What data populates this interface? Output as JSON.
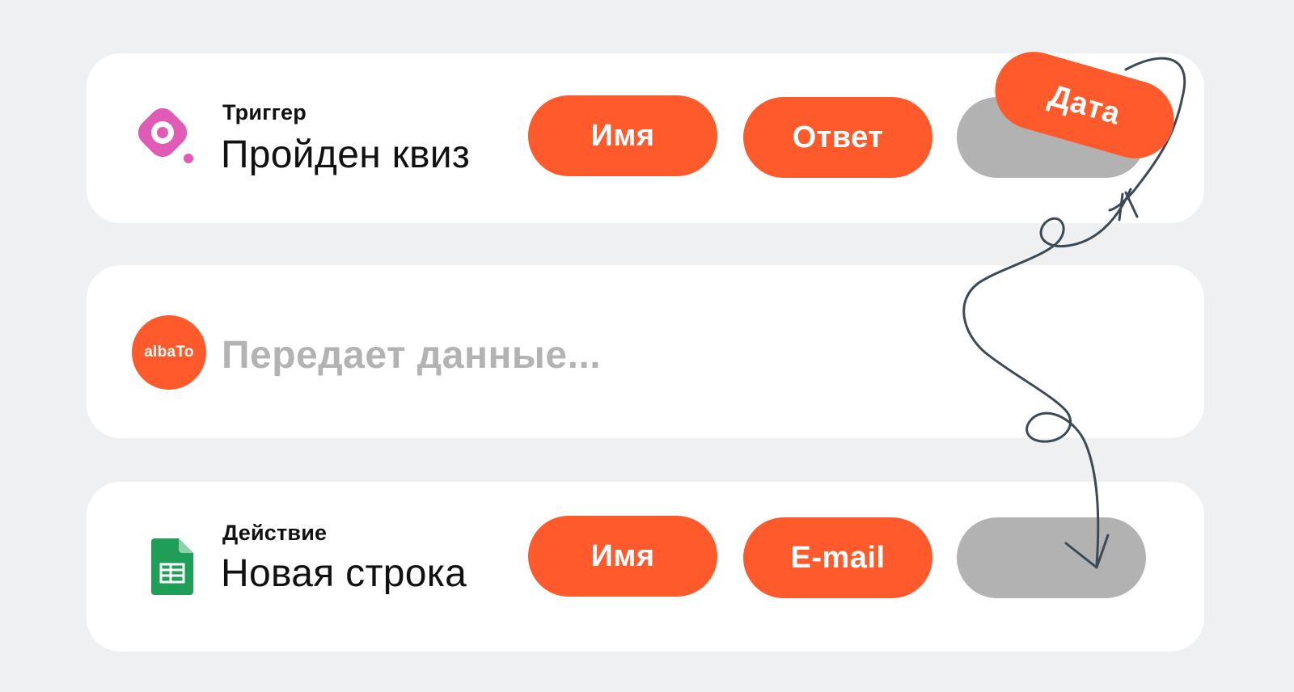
{
  "trigger": {
    "overline": "Триггер",
    "title": "Пройден квиз",
    "fields": [
      "Имя",
      "Ответ"
    ]
  },
  "albato": {
    "logo_text": "albaTo",
    "status": "Передает данные..."
  },
  "action": {
    "overline": "Действие",
    "title": "Новая строка",
    "fields": [
      "Имя",
      "E-mail"
    ]
  },
  "dragged_field": "Дата",
  "icons": {
    "trigger_logo": "quiz-app-icon",
    "albato_logo": "albato-logo-icon",
    "action_logo": "google-sheets-icon"
  },
  "colors": {
    "accent": "#ff5a2c",
    "empty_slot": "#b2b2b2",
    "quiz_pink": "#e05bb5",
    "sheets_green": "#1e9e57",
    "arrow": "#3b4a55"
  }
}
